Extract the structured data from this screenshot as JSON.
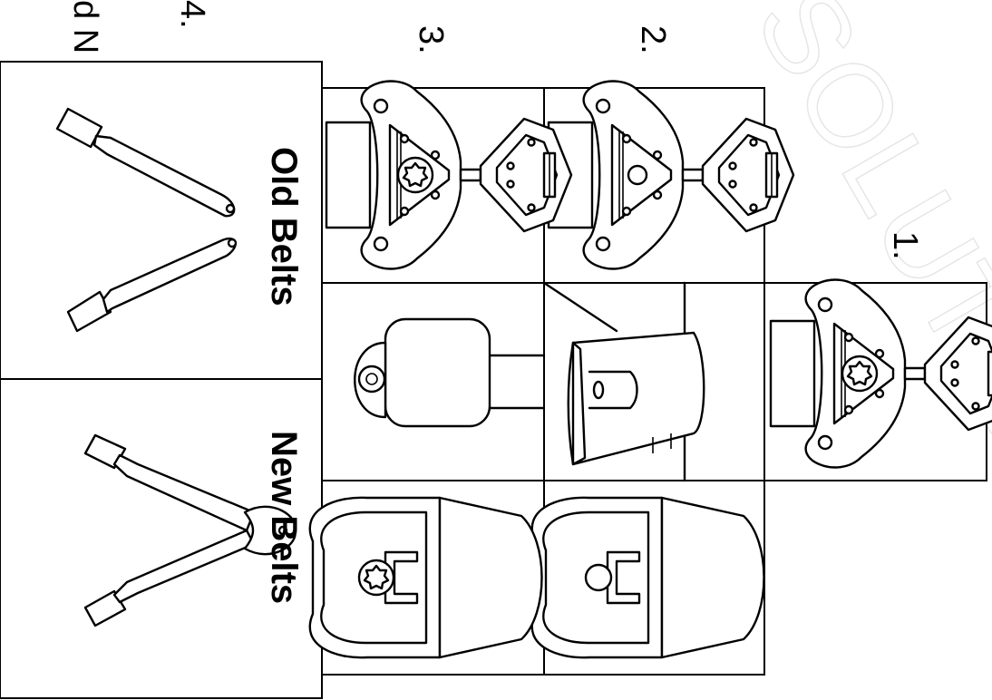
{
  "watermark": "SOLUTIONS",
  "steps": {
    "s1": "1.",
    "s2": "2.",
    "s3": "3.",
    "s4": "4."
  },
  "partial_label": "d N",
  "belt_panels": {
    "old": "Old Belts",
    "new": "New Belts"
  }
}
